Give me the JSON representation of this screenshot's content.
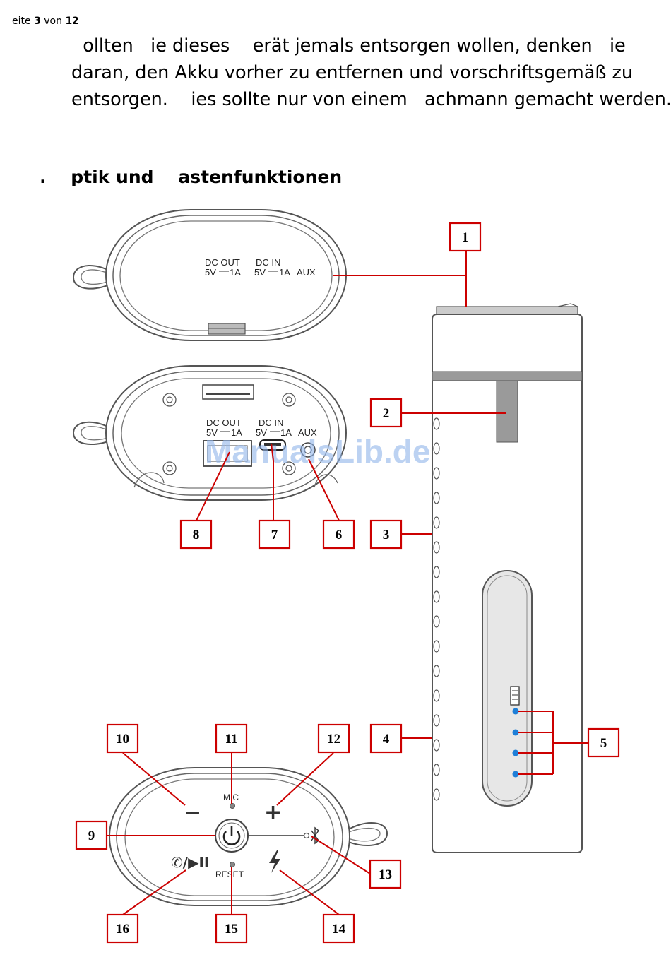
{
  "header": {
    "prefix": "eite ",
    "page": "3",
    "middle": " von ",
    "total": "12"
  },
  "intro_lines": [
    "  ollten   ie dieses    erät jemals entsorgen wollen, denken   ie",
    "daran, den Akku vorher zu entfernen und vorschriftsgemäß zu",
    "entsorgen.    ies sollte nur von einem   achmann gemacht werden."
  ],
  "section_title": ".    ptik und    astenfunktionen",
  "watermark": "ManualsLib.de",
  "device_labels": {
    "dc_out": "DC OUT",
    "dc_in": "DC IN",
    "five_v": "5V",
    "one_a": "1A",
    "aux": "AUX",
    "mic": "MIC",
    "reset": "RESET",
    "minus": "−",
    "plus": "+",
    "call_play": "✆/▶II"
  },
  "callouts": [
    "1",
    "2",
    "3",
    "4",
    "5",
    "6",
    "7",
    "8",
    "9",
    "10",
    "11",
    "12",
    "13",
    "14",
    "15",
    "16"
  ],
  "colors": {
    "callout": "#cc0000",
    "led": "#1e7fd8",
    "device_fill": "#e7e7e7",
    "device_band": "#9a9a9a",
    "strap": "#8d8d8d"
  }
}
